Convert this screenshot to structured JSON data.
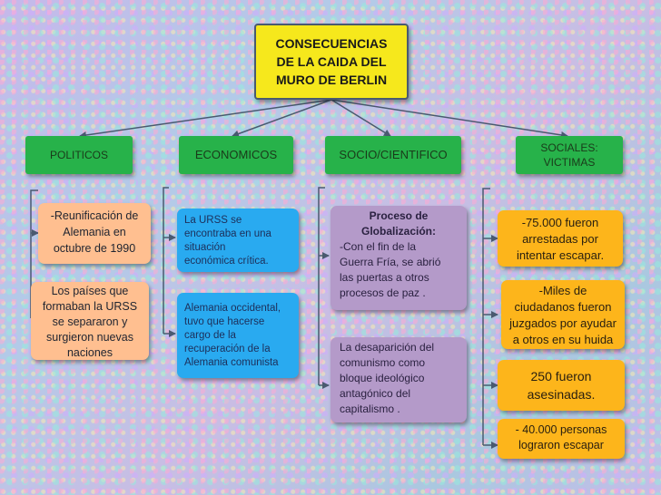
{
  "title": [
    "CONSECUENCIAS",
    "DE LA CAIDA DEL",
    "MURO DE BERLIN"
  ],
  "categories": {
    "politicos": "POLITICOS",
    "economicos": "ECONOMICOS",
    "socio": "SOCIO/CIENTIFICO",
    "sociales": [
      "SOCIALES:",
      "VICTIMAS"
    ]
  },
  "politicos": {
    "box1": [
      "-Reunificación de",
      "Alemania en",
      "octubre de 1990"
    ],
    "box2": [
      "Los países que",
      "formaban la URSS",
      "se separaron y",
      "surgieron nuevas",
      "naciones"
    ]
  },
  "economicos": {
    "box1": [
      "La URSS se",
      "encontraba en una",
      "situación",
      "económica crítica."
    ],
    "box2": [
      "Alemania occidental,",
      "tuvo que hacerse",
      "cargo de la",
      "recuperación de la",
      "Alemania comunista"
    ]
  },
  "socio": {
    "box1_heading": [
      "Proceso de",
      "Globalización:"
    ],
    "box1_body": [
      "-Con el fin de la",
      "Guerra Fría, se abrió",
      "las puertas a otros",
      "procesos de paz ."
    ],
    "box2": [
      "La desaparición del",
      "comunismo como",
      "bloque ideológico",
      "antagónico del",
      "capitalismo ."
    ]
  },
  "sociales": {
    "box1": [
      "-75.000 fueron",
      "arrestadas por",
      "intentar  escapar."
    ],
    "box2": [
      "-Miles de",
      "ciudadanos fueron",
      "juzgados por ayudar",
      "a otros en su huida"
    ],
    "box3": [
      "250 fueron",
      "asesinadas."
    ],
    "box4": [
      "- 40.000 personas",
      "lograron escapar"
    ]
  },
  "colors": {
    "title": "#f6e81c",
    "category": "#27b24a",
    "politicos": "#ffbf90",
    "economicos": "#29aaf0",
    "socio": "#b49ac9",
    "sociales": "#fdb51b",
    "lines": "#4a5a70"
  }
}
